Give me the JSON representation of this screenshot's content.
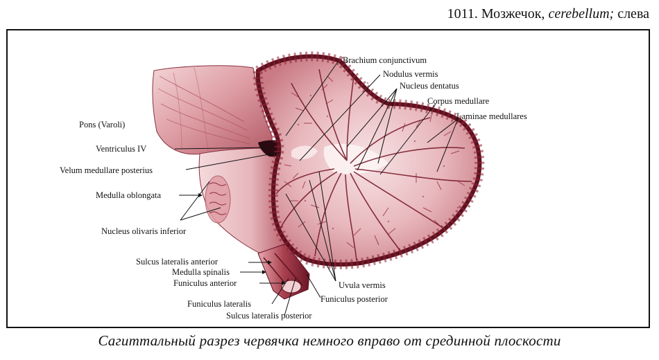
{
  "header": {
    "number": "1011.",
    "title_ru": "Мозжечок,",
    "title_latin": "cerebellum;",
    "side": "слева"
  },
  "labels": {
    "brachium_conjunctivum": "Brachium conjunctivum",
    "nodulus_vermis": "Nodulus vermis",
    "nucleus_dentatus": "Nucleus dentatus",
    "corpus_medullare": "Corpus medullare",
    "laminae_medullares": "Laminae medullares",
    "pons": "Pons (Varoli)",
    "ventriculus_iv": "Ventriculus IV",
    "velum_medullare_posterius": "Velum medullare posterius",
    "medulla_oblongata": "Medulla oblongata",
    "nucleus_olivaris_inferior": "Nucleus olivaris inferior",
    "sulcus_lateralis_anterior": "Sulcus lateralis anterior",
    "medulla_spinalis": "Medulla spinalis",
    "funiculus_anterior": "Funiculus anterior",
    "uvula_vermis": "Uvula vermis",
    "funiculus_posterior": "Funiculus posterior",
    "funiculus_lateralis": "Funiculus lateralis",
    "sulcus_lateralis_posterior": "Sulcus lateralis posterior"
  },
  "caption": "Сагиттальный разрез червячка немного вправо от срединной плоскости",
  "colors": {
    "tissue_light": "#e9b9bd",
    "tissue_mid": "#c8737c",
    "tissue_dark": "#8c2233",
    "tissue_deep": "#5e1120",
    "white_matter": "#fbeeee",
    "line": "#111111"
  }
}
